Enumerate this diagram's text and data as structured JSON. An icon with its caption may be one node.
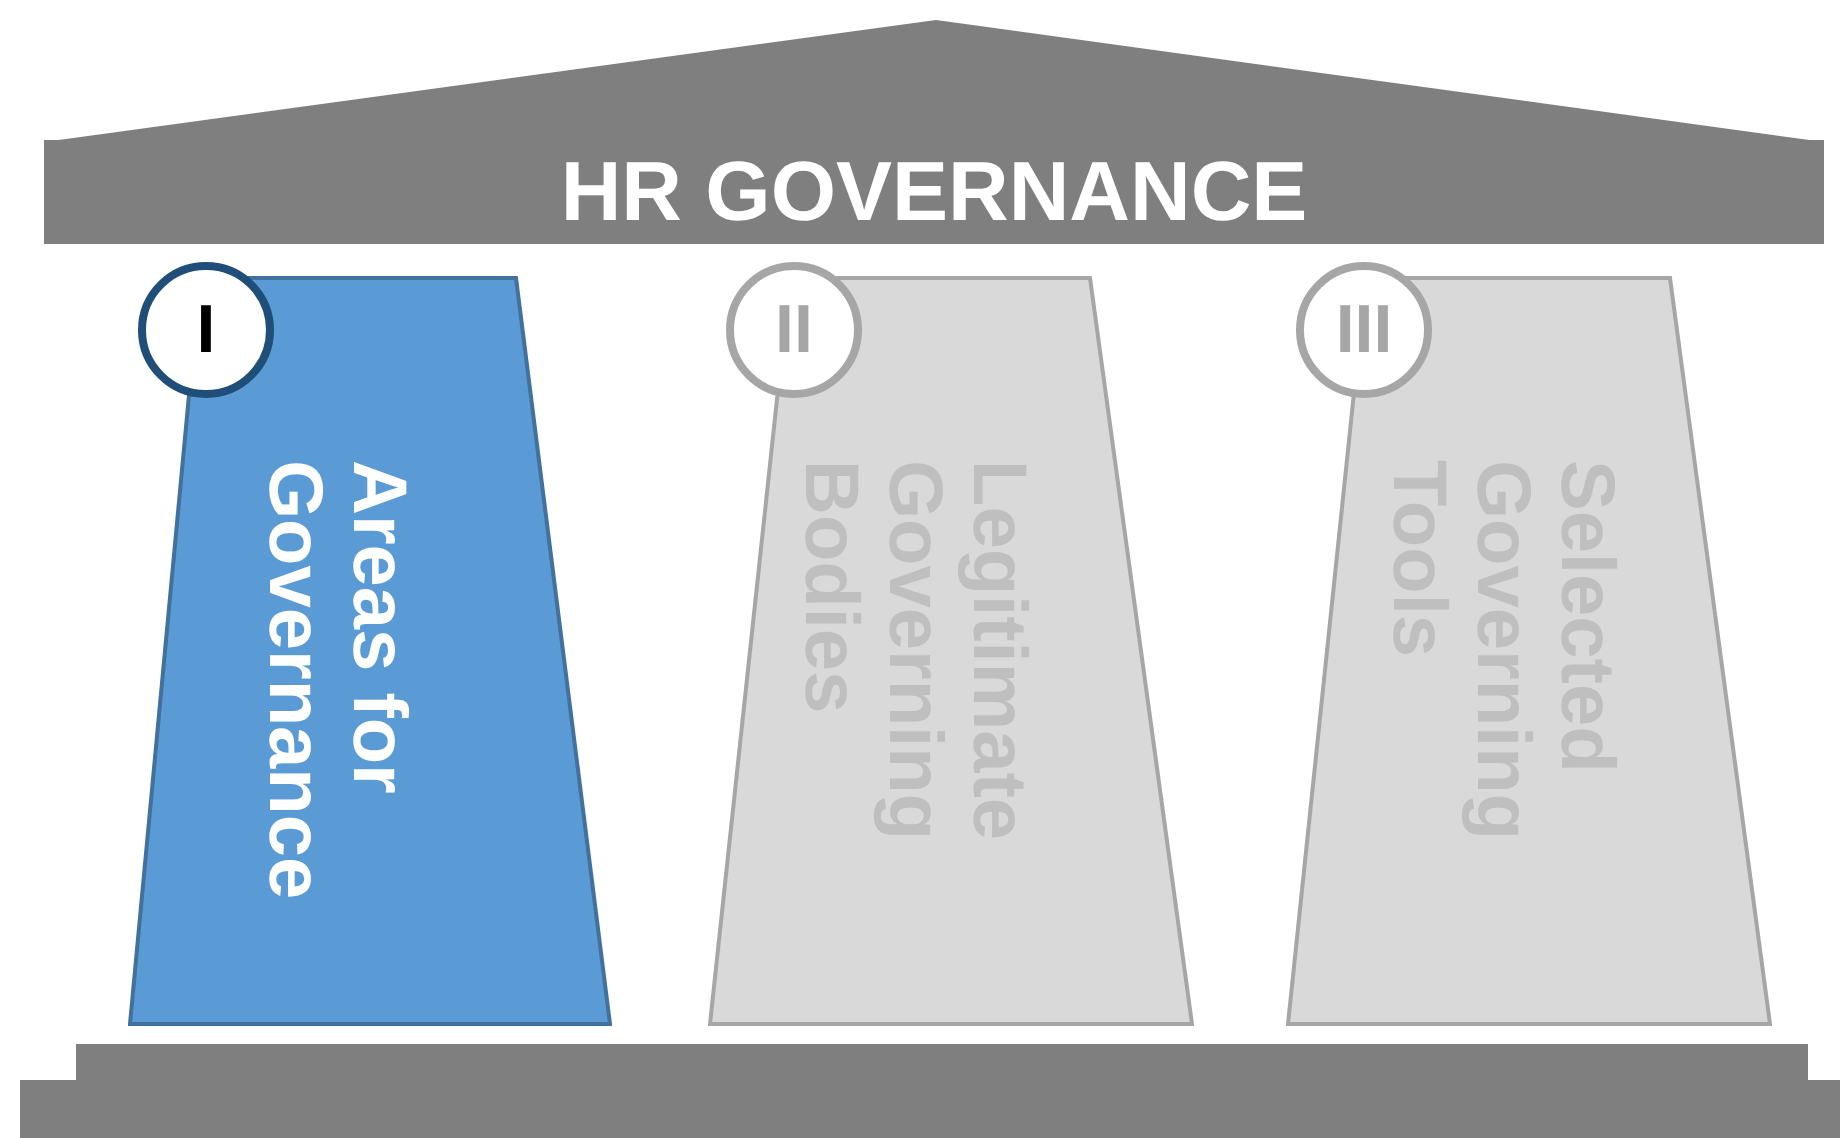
{
  "diagram": {
    "nodes": [
      {
        "text": [
          "HR GOVERNANCE"
        ]
      },
      {
        "text": [
          "I"
        ]
      },
      {
        "text": [
          "Areas for Governance"
        ]
      },
      {
        "text": [
          "II"
        ]
      },
      {
        "text": [
          "Legitimate Governing Bodies"
        ]
      },
      {
        "text": [
          "III"
        ]
      },
      {
        "text": [
          "Selected Governing Tools"
        ]
      }
    ]
  }
}
